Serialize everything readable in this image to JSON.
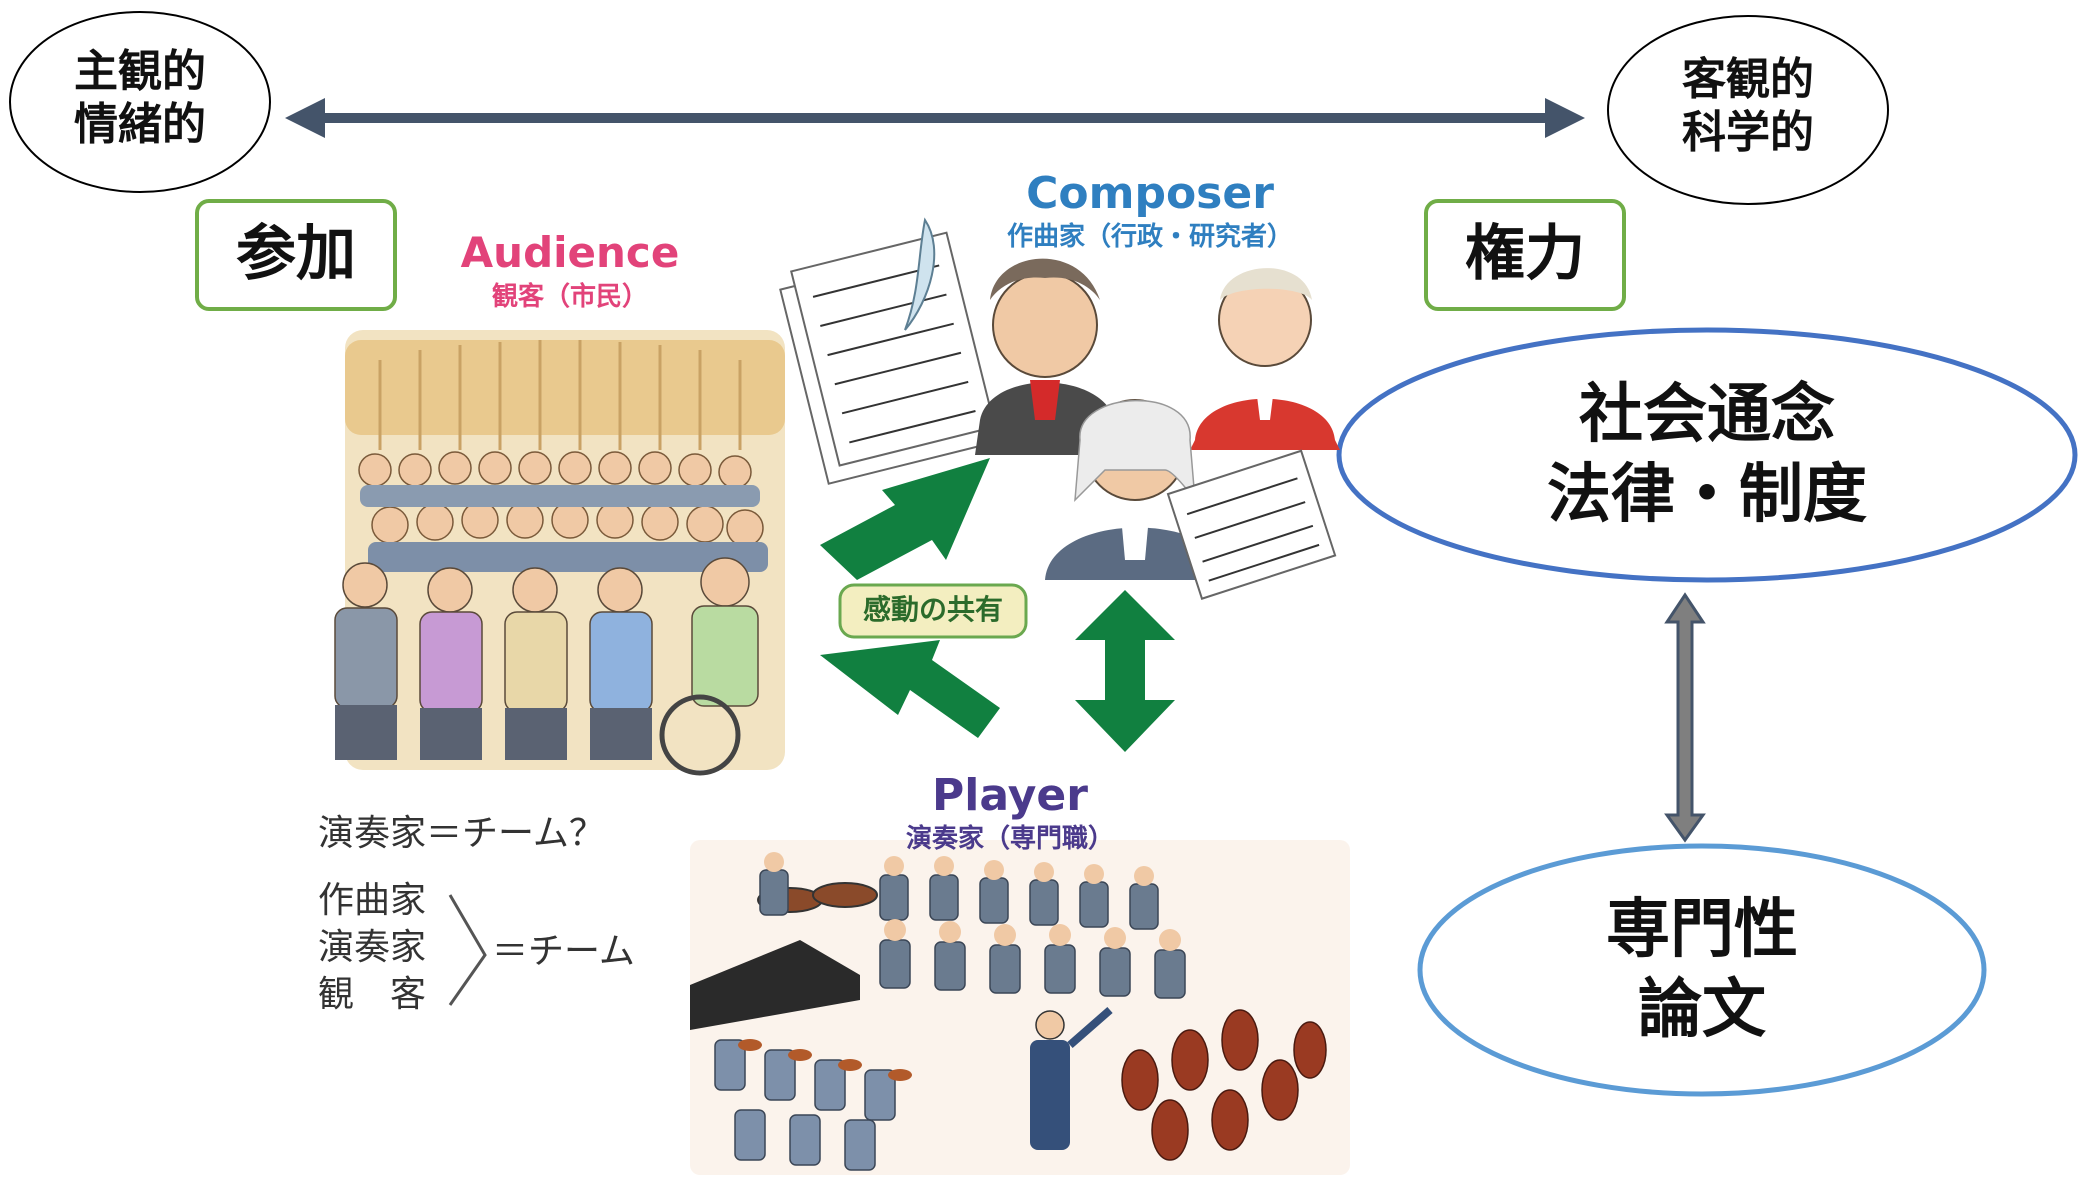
{
  "axis": {
    "left": {
      "line1": "主観的",
      "line2": "情緒的"
    },
    "right": {
      "line1": "客観的",
      "line2": "科学的"
    }
  },
  "boxes": {
    "left": "参加",
    "right": "権力"
  },
  "audience": {
    "title": "Audience",
    "subtitle": "観客（市民）",
    "color": "#e2437a"
  },
  "composer": {
    "title": "Composer",
    "subtitle": "作曲家（行政・研究者）",
    "color": "#2f7fc0"
  },
  "player": {
    "title": "Player",
    "subtitle": "演奏家（専門職）",
    "color": "#4b3a8c"
  },
  "center_badge": "感動の共有",
  "notes": {
    "q": "演奏家＝チーム？",
    "items": [
      "作曲家",
      "演奏家",
      "観　客"
    ],
    "eq": "＝チーム"
  },
  "right_top": {
    "line1": "社会通念",
    "line2": "法律・制度"
  },
  "right_bottom": {
    "line1": "専門性",
    "line2": "論文"
  },
  "colors": {
    "box_border": "#70ad47",
    "ellipse_top_border": "#4472c4",
    "ellipse_bottom_border": "#5b9bd5",
    "green_arrow": "#118040",
    "axis_arrow": "#44546a",
    "vert_arrow": "#7f7f7f"
  }
}
